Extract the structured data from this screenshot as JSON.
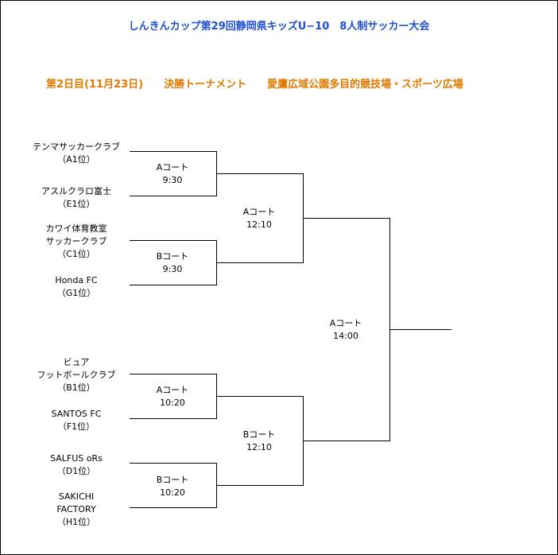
{
  "title": "しんきんカップ第29回静岡県キッズU−10　8人制サッカー大会",
  "subtitle": "第2日目(11月23日)　　決勝トーナメント　　愛鷹広域公園多目的競技場・スポーツ広場",
  "teams": [
    {
      "name": [
        "テンマサッカークラブ"
      ],
      "seed": "（A1位）"
    },
    {
      "name": [
        "アスルクラロ富士"
      ],
      "seed": "（E1位）"
    },
    {
      "name": [
        "カワイ体育教室",
        "サッカークラブ"
      ],
      "seed": "（C1位）"
    },
    {
      "name": [
        "Honda FC"
      ],
      "seed": "（G1位）"
    },
    {
      "name": [
        "ビュア",
        "フットボールクラブ"
      ],
      "seed": "（B1位）"
    },
    {
      "name": [
        "SANTOS FC"
      ],
      "seed": "（F1位）"
    },
    {
      "name": [
        "SALFUS oRs"
      ],
      "seed": "（D1位）"
    },
    {
      "name": [
        "SAKICHI",
        "FACTORY"
      ],
      "seed": "（H1位）"
    }
  ],
  "matches": {
    "r1": [
      {
        "court": "Aコート",
        "time": "9:30"
      },
      {
        "court": "Bコート",
        "time": "9:30"
      },
      {
        "court": "Aコート",
        "time": "10:20"
      },
      {
        "court": "Bコート",
        "time": "10:20"
      }
    ],
    "r2": [
      {
        "court": "Aコート",
        "time": "12:10"
      },
      {
        "court": "Bコート",
        "time": "12:10"
      }
    ],
    "final": {
      "court": "Aコート",
      "time": "14:00"
    }
  },
  "colors": {
    "title": "#1f4fd0",
    "subtitle": "#e07a00",
    "lines": "#000000"
  }
}
